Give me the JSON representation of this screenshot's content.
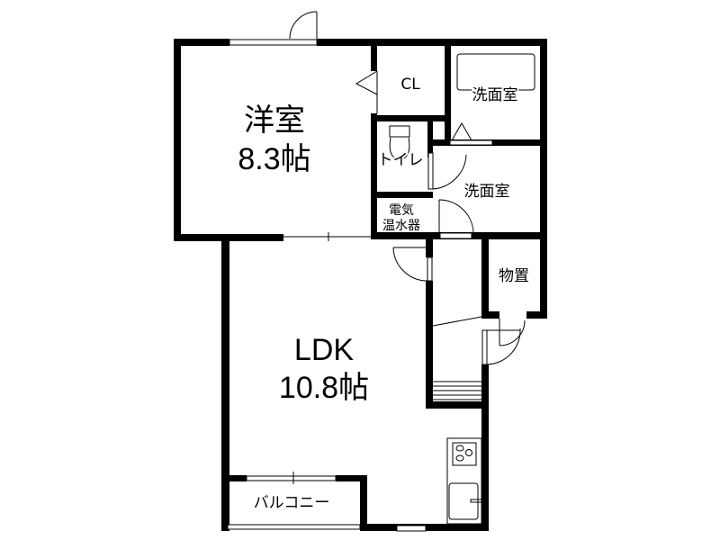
{
  "floor_plan": {
    "rooms": {
      "western_room": {
        "name": "洋室",
        "size": "8.3帖"
      },
      "ldk": {
        "name": "LDK",
        "size": "10.8帖"
      },
      "closet": {
        "name": "CL"
      },
      "bathroom": {
        "name": "洗面室"
      },
      "washroom": {
        "name": "洗面室"
      },
      "toilet": {
        "name": "トイレ"
      },
      "water_heater": {
        "line1": "電気",
        "line2": "温水器"
      },
      "storage": {
        "name": "物置"
      },
      "balcony": {
        "name": "バルコニー"
      }
    },
    "colors": {
      "wall": "#000000",
      "background": "#ffffff"
    }
  }
}
